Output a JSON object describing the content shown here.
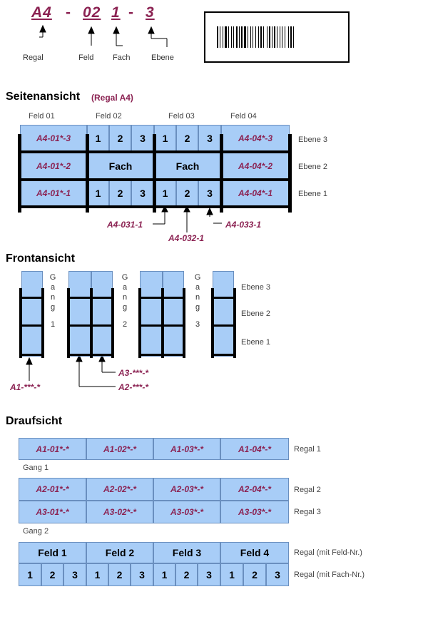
{
  "label_code": {
    "regal": "A4",
    "sep1": "-",
    "feld": "02",
    "fach": "1",
    "sep2": "-",
    "ebene": "3",
    "legend": {
      "regal": "Regal",
      "feld": "Feld",
      "fach": "Fach",
      "ebene": "Ebene"
    }
  },
  "seitenansicht": {
    "title": "Seitenansicht",
    "subtitle": "(Regal A4)",
    "felder": [
      "Feld 01",
      "Feld 02",
      "Feld 03",
      "Feld 04"
    ],
    "ebenen": [
      "Ebene 3",
      "Ebene 2",
      "Ebene 1"
    ],
    "rows": [
      {
        "f1": "A4-01*-3",
        "f4": "A4-04*-3",
        "f2": [
          "1",
          "2",
          "3"
        ],
        "f3": [
          "1",
          "2",
          "3"
        ]
      },
      {
        "f1": "A4-01*-2",
        "f4": "A4-04*-2",
        "f2": "Fach",
        "f3": "Fach"
      },
      {
        "f1": "A4-01*-1",
        "f4": "A4-04*-1",
        "f2": [
          "1",
          "2",
          "3"
        ],
        "f3": [
          "1",
          "2",
          "3"
        ]
      }
    ],
    "callouts": [
      "A4-031-1",
      "A4-032-1",
      "A4-033-1"
    ]
  },
  "frontansicht": {
    "title": "Frontansicht",
    "gang_letters": [
      "G",
      "a",
      "n",
      "g"
    ],
    "gang_numbers": [
      "1",
      "2",
      "3"
    ],
    "ebenen": [
      "Ebene 3",
      "Ebene 2",
      "Ebene 1"
    ],
    "callouts": [
      "A1-***-*",
      "A3-***-*",
      "A2-***-*"
    ]
  },
  "draufsicht": {
    "title": "Draufsicht",
    "regal1": [
      "A1-01*-*",
      "A1-02*-*",
      "A1-03*-*",
      "A1-04*-*"
    ],
    "regal2": [
      "A2-01*-*",
      "A2-02*-*",
      "A2-03*-*",
      "A2-04*-*"
    ],
    "regal3": [
      "A3-01*-*",
      "A3-02*-*",
      "A3-03*-*",
      "A3-03*-*"
    ],
    "felder": [
      "Feld 1",
      "Feld 2",
      "Feld 3",
      "Feld 4"
    ],
    "faecher": [
      "1",
      "2",
      "3",
      "1",
      "2",
      "3",
      "1",
      "2",
      "3",
      "1",
      "2",
      "3"
    ],
    "labels": {
      "regal1": "Regal 1",
      "gang1": "Gang 1",
      "regal2": "Regal 2",
      "regal3": "Regal 3",
      "gang2": "Gang 2",
      "feldnr": "Regal (mit Feld-Nr.)",
      "fachnr": "Regal (mit Fach-Nr.)"
    }
  }
}
